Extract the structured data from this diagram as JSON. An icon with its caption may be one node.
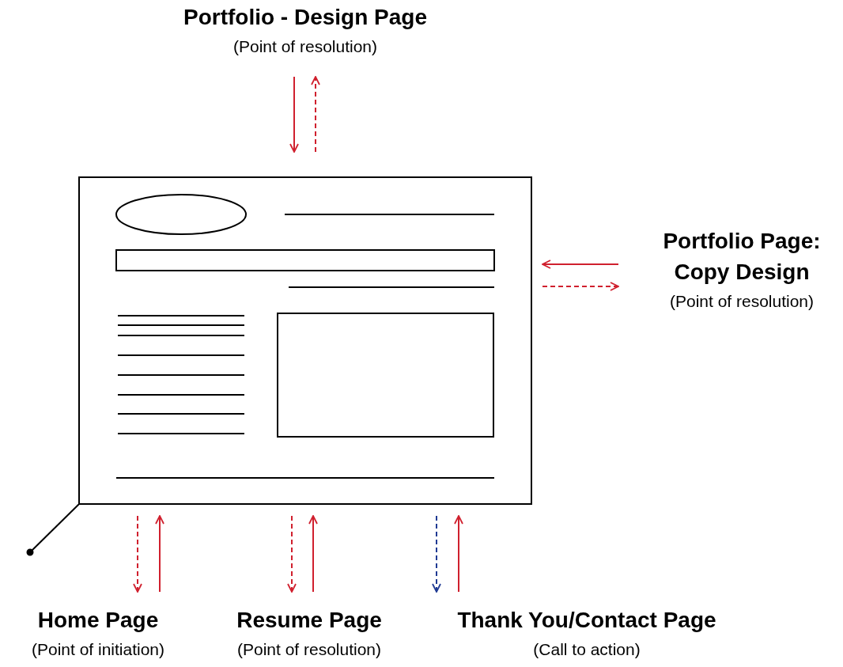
{
  "diagram": {
    "nodes": [
      {
        "text": [],
        "shape": "box"
      },
      {
        "text": [
          "Portfolio - Design Page",
          "(Point of resolution)"
        ]
      },
      {
        "text": [
          "Portfolio Page: Copy Design",
          "(Point of resolution)"
        ]
      },
      {
        "text": [
          "Home Page",
          "(Point of initiation)"
        ]
      },
      {
        "text": [
          "Resume Page",
          "(Point of resolution)"
        ]
      },
      {
        "text": [
          "Thank You/Contact Page",
          "(Call to action)"
        ]
      }
    ],
    "edges": [
      {
        "from": 1,
        "to": 0,
        "arrow": "to"
      },
      {
        "from": 0,
        "to": 1,
        "arrow": "to",
        "style": "dashed"
      },
      {
        "from": 2,
        "to": 0,
        "arrow": "to"
      },
      {
        "from": 0,
        "to": 2,
        "arrow": "to",
        "style": "dashed"
      },
      {
        "from": 0,
        "to": 3,
        "arrow": "to",
        "style": "dashed"
      },
      {
        "from": 3,
        "to": 0,
        "arrow": "to"
      },
      {
        "from": 0,
        "to": 4,
        "arrow": "to",
        "style": "dashed"
      },
      {
        "from": 4,
        "to": 0,
        "arrow": "to"
      },
      {
        "from": 0,
        "to": 5,
        "arrow": "to",
        "style": "dashed",
        "color": "#1f3a93"
      },
      {
        "from": 5,
        "to": 0,
        "arrow": "to"
      },
      {
        "from": 0,
        "to": null,
        "arrow": "other",
        "color": "#000000"
      }
    ]
  }
}
